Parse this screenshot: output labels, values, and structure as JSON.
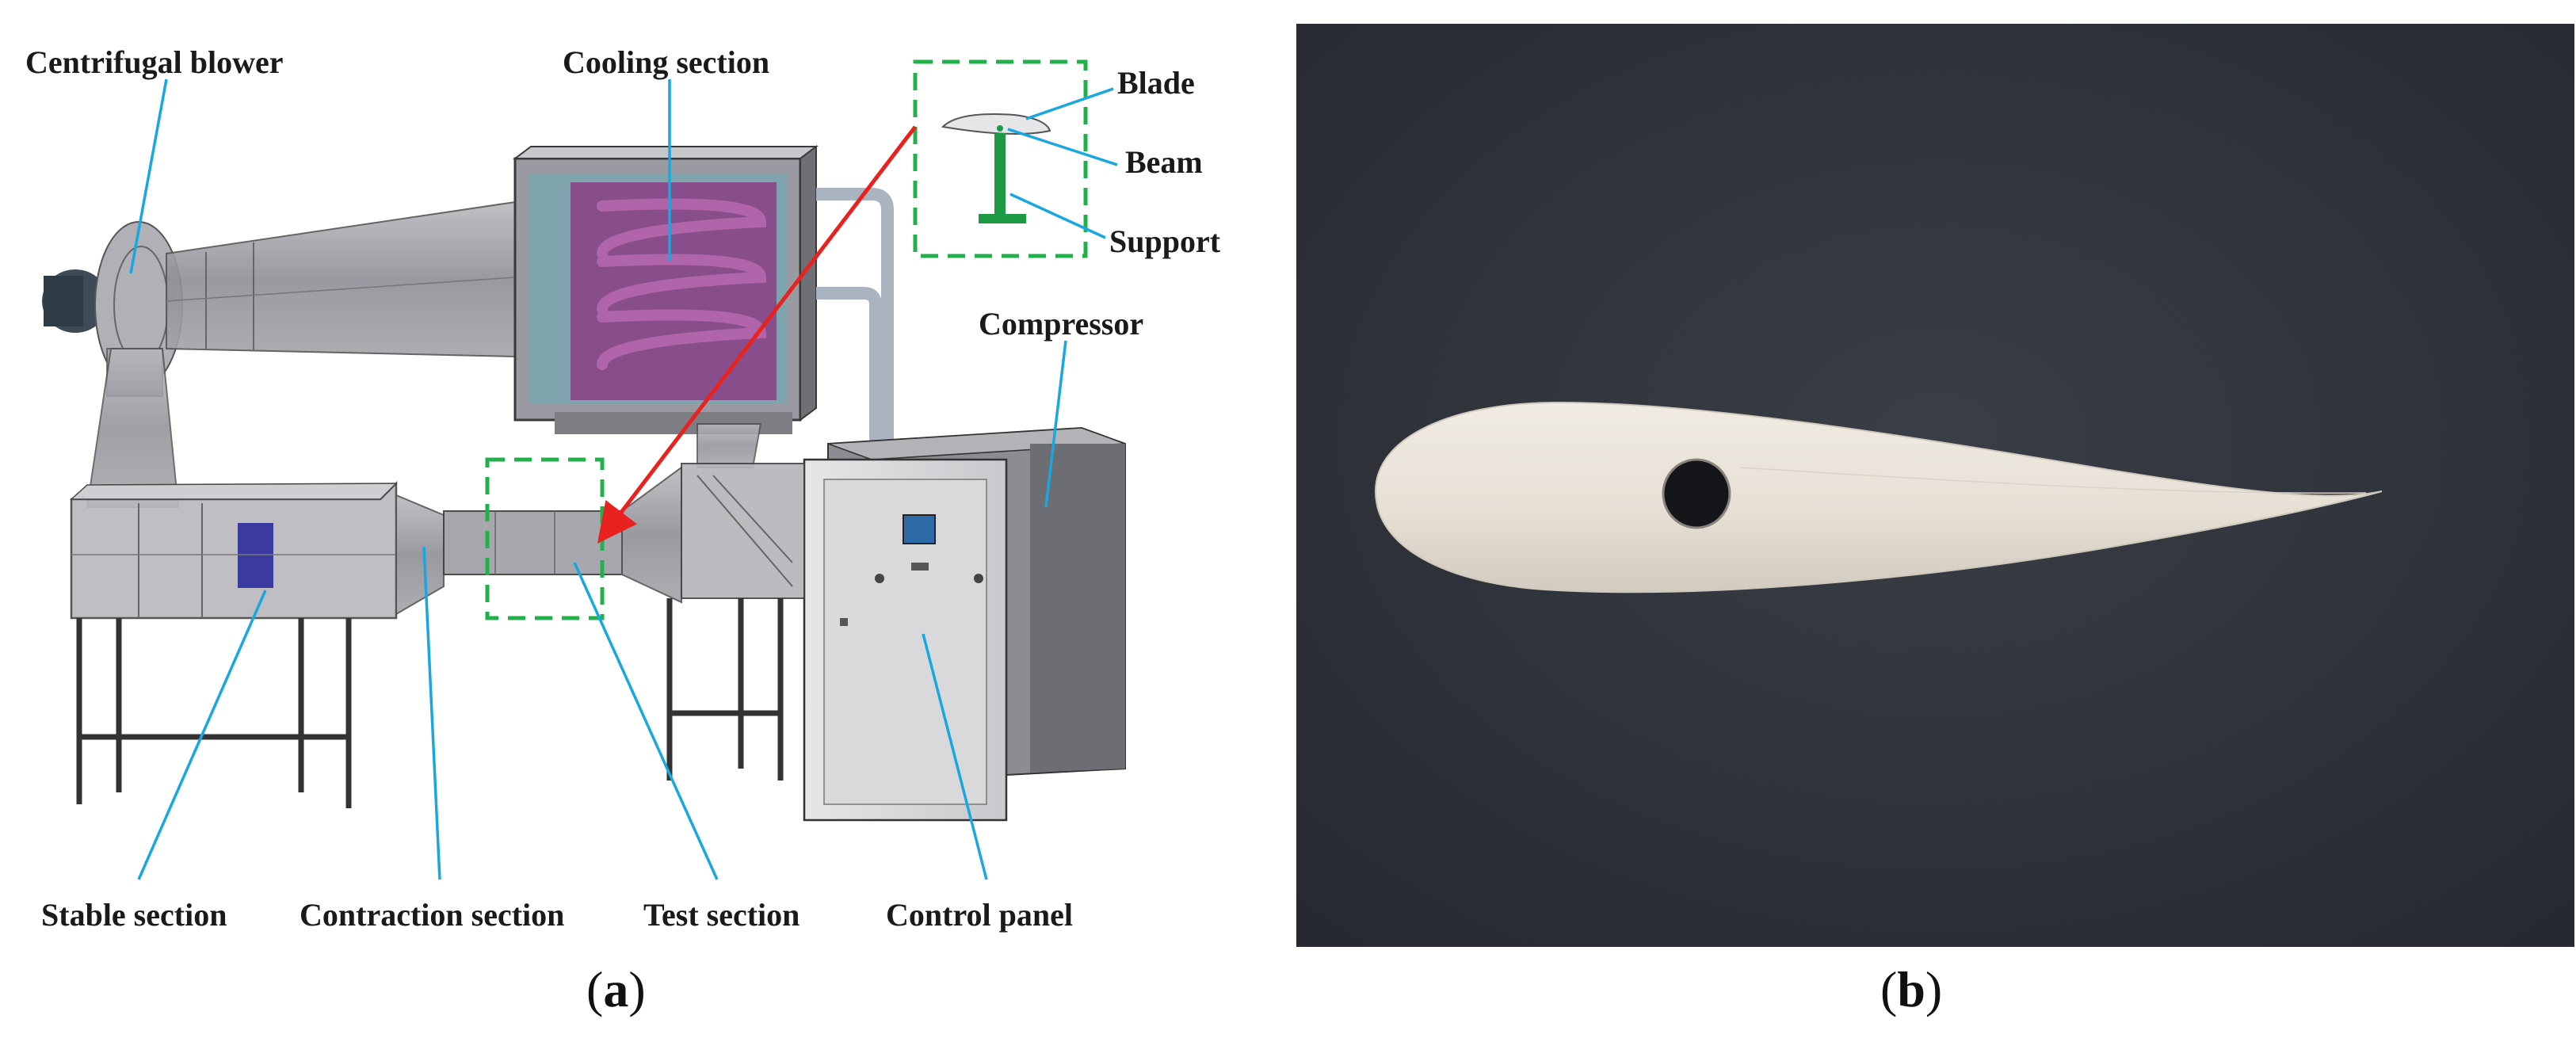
{
  "panel_a": {
    "caption_letter": "a",
    "labels": {
      "centrifugal_blower": "Centrifugal blower",
      "cooling_section": "Cooling section",
      "blade": "Blade",
      "beam": "Beam",
      "support": "Support",
      "compressor": "Compressor",
      "stable_section": "Stable section",
      "contraction_section": "Contraction section",
      "test_section": "Test section",
      "control_panel": "Control panel"
    },
    "colors": {
      "leader_line": "#1aa7e0",
      "highlight_box": "#22b04b",
      "pointer_arrow": "#e8231f",
      "cooling_coil": "#8a3f86",
      "duct_gray": "#8c8c92",
      "support_green": "#1f9a44"
    }
  },
  "panel_b": {
    "caption_letter": "b",
    "colors": {
      "background": "#2c2f36",
      "airfoil": "#e9e4da"
    }
  }
}
